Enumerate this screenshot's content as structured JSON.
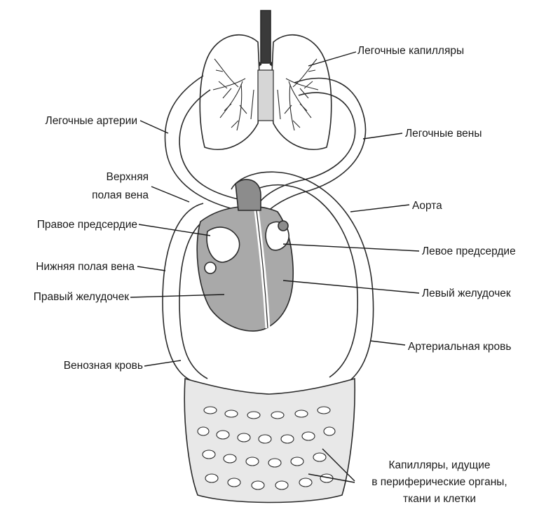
{
  "labels": {
    "pulmonary_capillaries": "Легочные капилляры",
    "pulmonary_arteries": "Легочные артерии",
    "pulmonary_veins": "Легочные вены",
    "superior_vena_cava_line1": "Верхняя",
    "superior_vena_cava_line2": "полая вена",
    "aorta": "Аорта",
    "right_atrium": "Правое предсердие",
    "left_atrium": "Левое предсердие",
    "inferior_vena_cava": "Нижняя полая вена",
    "right_ventricle": "Правый желудочек",
    "left_ventricle": "Левый желудочек",
    "venous_blood": "Венозная кровь",
    "arterial_blood": "Артериальная кровь",
    "capillaries_line1": "Капилляры, идущие",
    "capillaries_line2": "в периферические органы,",
    "capillaries_line3": "ткани и клетки"
  },
  "colors": {
    "line": "#2a2a2a",
    "vessel_fill": "#f4f4f4",
    "heart_fill": "#a9a9a9",
    "heart_dark": "#8c8c8c",
    "lung_fill": "#ffffff",
    "capillary_fill": "#e8e8e8"
  }
}
